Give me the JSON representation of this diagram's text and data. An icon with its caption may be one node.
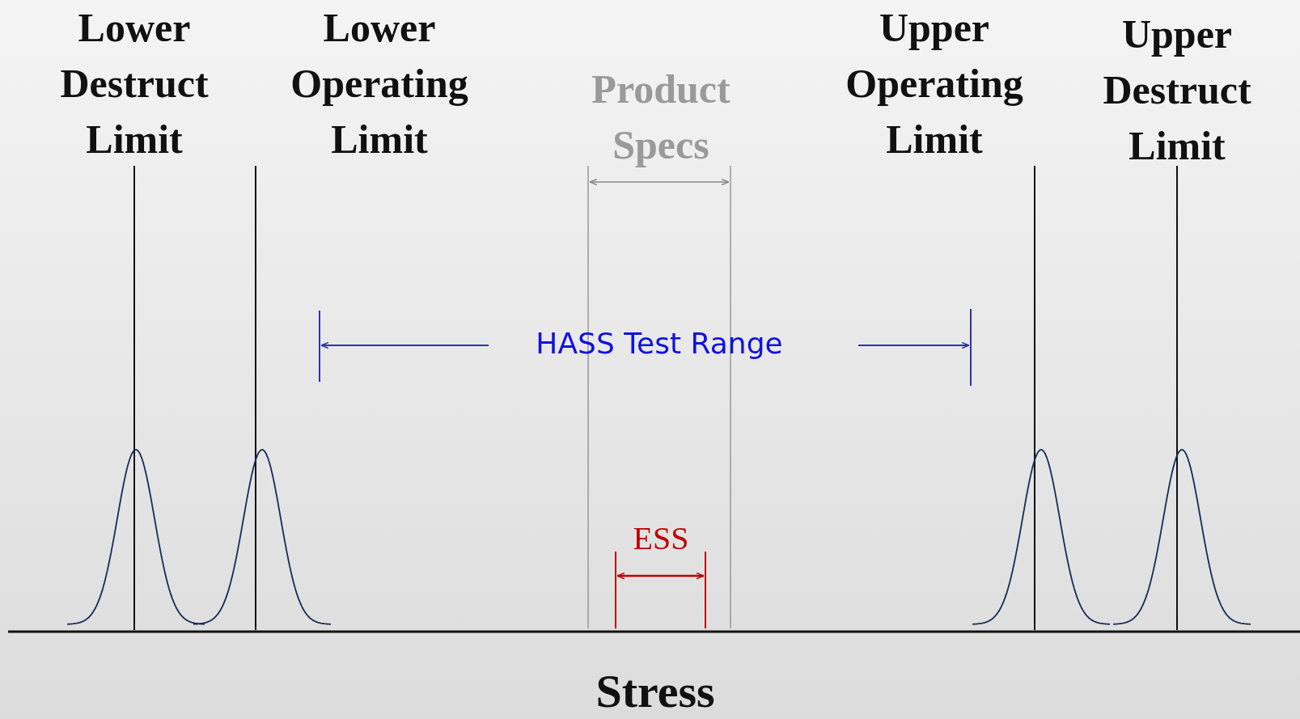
{
  "diagram": {
    "labels": [
      "Lower Destruct Limit",
      "Lower Operating Limit",
      "Product Specs",
      "Upper Operating Limit",
      "Upper Destruct Limit",
      "HASS Test Range",
      "ESS",
      "Stress"
    ]
  }
}
